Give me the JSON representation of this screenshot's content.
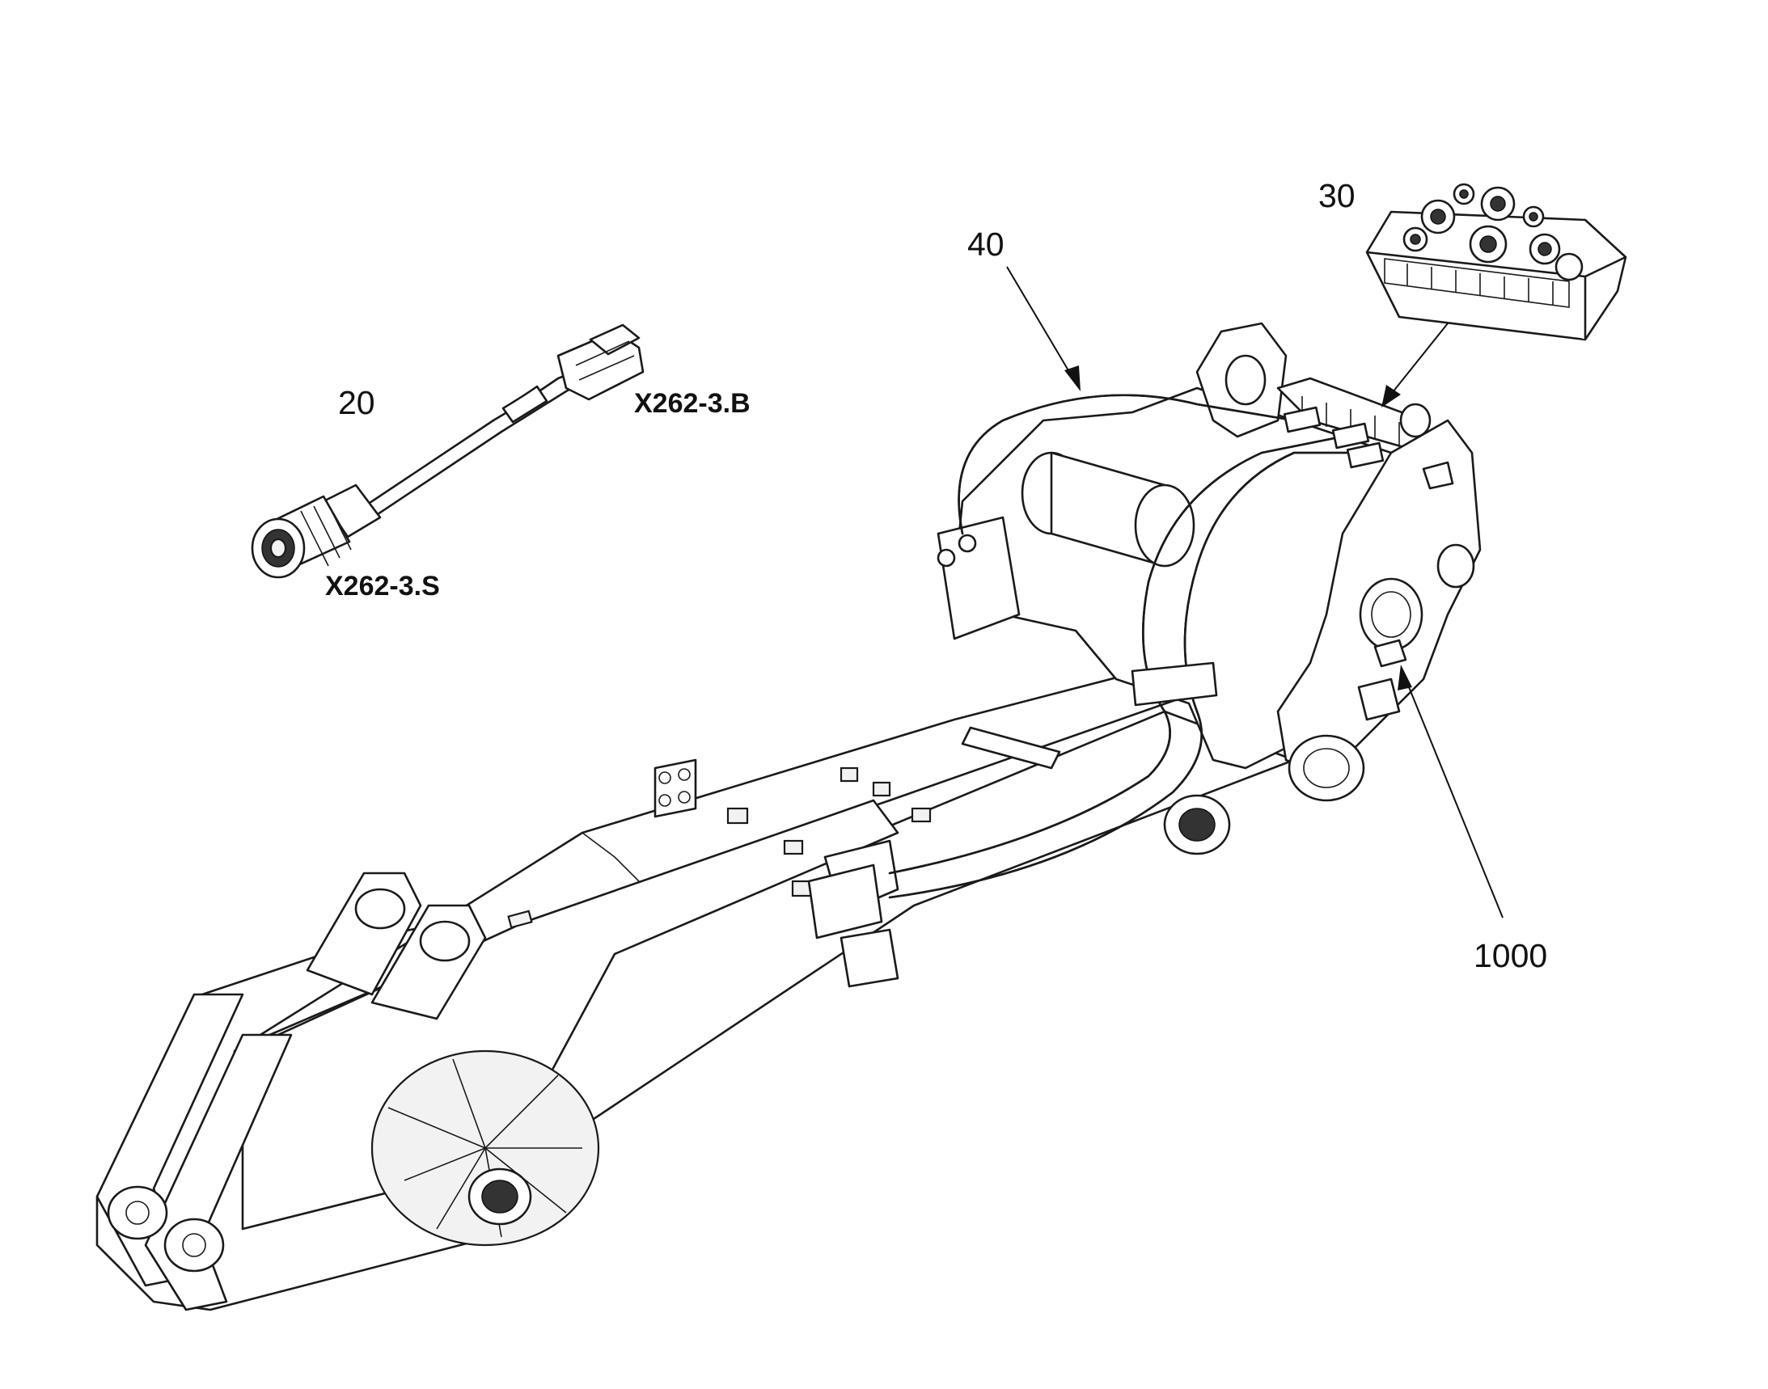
{
  "callouts": {
    "item_20": "20",
    "item_30": "30",
    "item_40": "40",
    "item_1000": "1000"
  },
  "connectors": {
    "cable_end_b": "X262-3.B",
    "cable_end_s": "X262-3.S"
  },
  "icons": {
    "cable": "cable-harness-icon",
    "module": "control-module-icon",
    "hoses": "hose-line-icon",
    "boom": "excavator-boom-icon"
  }
}
